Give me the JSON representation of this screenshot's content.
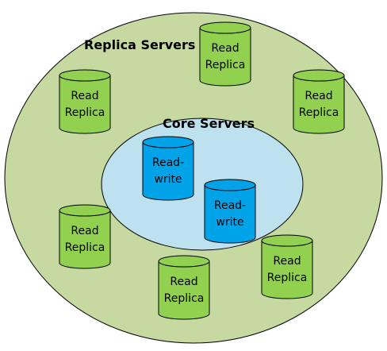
{
  "diagram": {
    "outer_title": "Replica Servers",
    "inner_title": "Core Servers",
    "colors": {
      "outer_fill": "#c6d9a0",
      "inner_fill": "#bde1ee",
      "replica_fill": "#92d050",
      "core_fill": "#00a2e8",
      "stroke": "#000000"
    },
    "replicas": [
      {
        "line1": "Read",
        "line2": "Replica"
      },
      {
        "line1": "Read",
        "line2": "Replica"
      },
      {
        "line1": "Read",
        "line2": "Replica"
      },
      {
        "line1": "Read",
        "line2": "Replica"
      },
      {
        "line1": "Read",
        "line2": "Replica"
      },
      {
        "line1": "Read",
        "line2": "Replica"
      }
    ],
    "cores": [
      {
        "line1": "Read-",
        "line2": "write"
      },
      {
        "line1": "Read-",
        "line2": "write"
      }
    ]
  }
}
